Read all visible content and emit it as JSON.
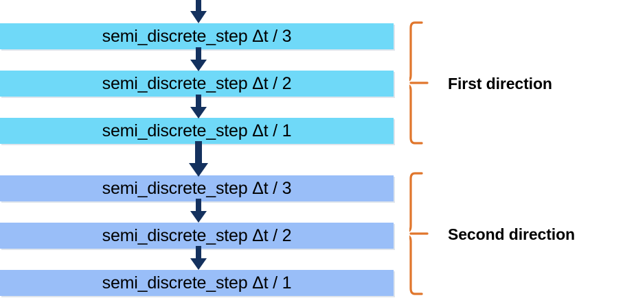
{
  "diagram": {
    "type": "flowchart",
    "title": "",
    "background_color": "#FFFFFF",
    "arrow_color": "#14315E",
    "bracket_color": "#E0762C",
    "label_color": "#000000",
    "groups": [
      {
        "id": "first-direction",
        "label": "First direction",
        "box_color": "#6FD9F8",
        "steps": [
          {
            "text": "semi_discrete_step Δt / 3"
          },
          {
            "text": "semi_discrete_step Δt / 2"
          },
          {
            "text": "semi_discrete_step Δt / 1"
          }
        ]
      },
      {
        "id": "second-direction",
        "label": "Second direction",
        "box_color": "#99BEF8",
        "steps": [
          {
            "text": "semi_discrete_step Δt / 3"
          },
          {
            "text": "semi_discrete_step Δt / 2"
          },
          {
            "text": "semi_discrete_step Δt / 1"
          }
        ]
      }
    ],
    "connectors": [
      {
        "id": "arrow-into-step-1",
        "from": "",
        "to": "step-1-1"
      },
      {
        "id": "arrow-step-1-to-2",
        "from": "step-1-1",
        "to": "step-1-2"
      },
      {
        "id": "arrow-step-2-to-3",
        "from": "step-1-2",
        "to": "step-1-3"
      },
      {
        "id": "arrow-group-1-to-2",
        "from": "step-1-3",
        "to": "step-2-1"
      },
      {
        "id": "arrow-step-4-to-5",
        "from": "step-2-1",
        "to": "step-2-2"
      },
      {
        "id": "arrow-step-5-to-6",
        "from": "step-2-2",
        "to": "step-2-3"
      }
    ]
  }
}
